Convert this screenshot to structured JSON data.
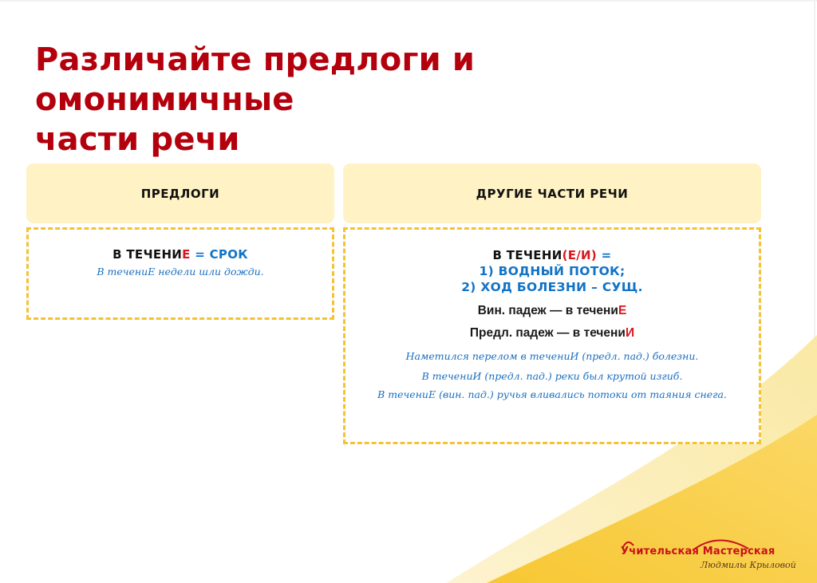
{
  "title": "Различайте предлоги и омонимичные части речи",
  "title_lines": [
    "Различайте предлоги и омонимичные",
    "части речи"
  ],
  "columns": [
    {
      "header": "ПРЕДЛОГИ",
      "rule": {
        "part1": "В ТЕЧЕНИ",
        "ending": "Е",
        "eq": " = ",
        "meaning": "СРОК"
      },
      "example": "В течениЕ недели шли дожди."
    },
    {
      "header": "ДРУГИЕ ЧАСТИ РЕЧИ",
      "rule": {
        "part1": "В ТЕЧЕНИ",
        "ending": "(Е/И)",
        "eq": " ="
      },
      "meanings": [
        "1) ВОДНЫЙ ПОТОК;",
        "2) ХОД БОЛЕЗНИ – СУЩ."
      ],
      "cases": [
        {
          "label": "Вин. падеж — в  течени",
          "ending": "Е"
        },
        {
          "label": "Предл. падеж — в  течени",
          "ending": "И"
        }
      ],
      "examples": [
        "Наметился перелом в течениИ (предл. пад.) болезни.",
        "В течениИ (предл. пад.) реки был крутой изгиб.",
        "В течениЕ (вин. пад.) ручья вливались потоки от таяния снега."
      ]
    }
  ],
  "logo": {
    "main": "Учительская Мастерская",
    "sub": "Людмилы Крыловой"
  },
  "colors": {
    "title": "#b4000d",
    "accent_red": "#d8171e",
    "accent_blue": "#1273c6",
    "header_bg": "#fff2c4",
    "dash": "#f4c232"
  }
}
